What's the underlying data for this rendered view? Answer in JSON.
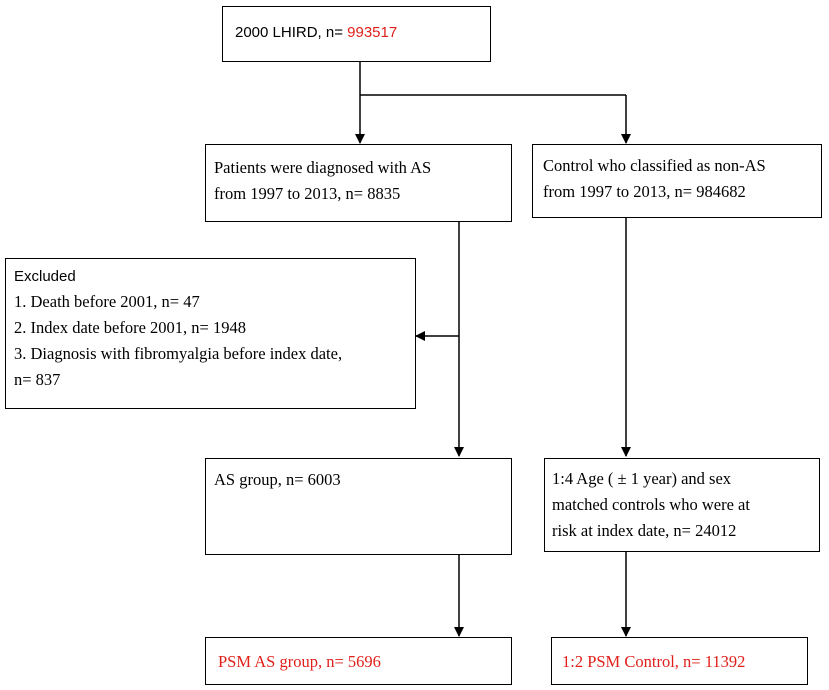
{
  "top_box": {
    "label": "2000 LHIRD, n= ",
    "count": "993517",
    "count_color": "#e0201b"
  },
  "as_box": {
    "line1": "Patients were diagnosed with AS",
    "line2": "from 1997 to 2013, n= 8835"
  },
  "control_box": {
    "line1": "Control who classified  as non-AS",
    "line2": "from 1997 to 2013, n= 984682"
  },
  "excluded_box": {
    "title": "Excluded",
    "items": [
      "1. Death before 2001, n= 47",
      "2. Index date before 2001, n= 1948",
      "3. Diagnosis with fibromyalgia  before index date,",
      "n= 837"
    ]
  },
  "as_group_box": {
    "text": "AS group, n= 6003"
  },
  "matched_box": {
    "line1": "1:4 Age ( ± 1 year) and sex",
    "line2": "matched controls who were at",
    "line3": "risk at index date, n= 24012"
  },
  "psm_as_box": {
    "text": "PSM AS group, n= 5696",
    "color": "#e0201b"
  },
  "psm_control_box": {
    "text": "1:2 PSM Control, n= 11392",
    "color": "#e0201b"
  }
}
